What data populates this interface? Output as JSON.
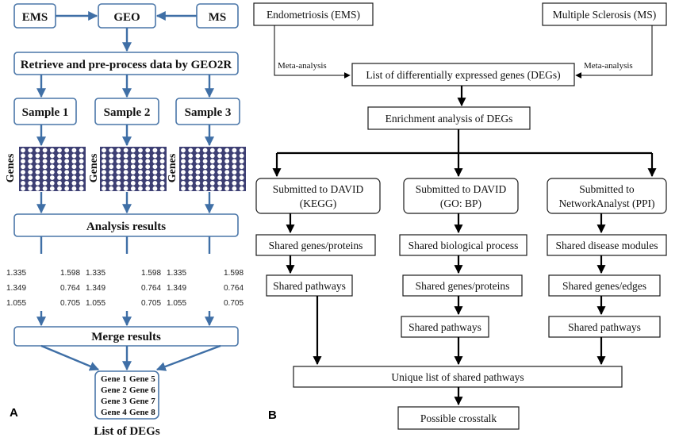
{
  "panel_a": {
    "label": "A",
    "sources": [
      "EMS",
      "GEO",
      "MS"
    ],
    "retrieve": "Retrieve and pre-process data by GEO2R",
    "samples": [
      "Sample 1",
      "Sample 2",
      "Sample 3"
    ],
    "genes_label": "Genes",
    "analysis": "Analysis results",
    "values": [
      [
        "1.335",
        "1.598",
        "1.335",
        "1.598",
        "1.335",
        "1.598"
      ],
      [
        "1.349",
        "0.764",
        "1.349",
        "0.764",
        "1.349",
        "0.764"
      ],
      [
        "1.055",
        "0.705",
        "1.055",
        "0.705",
        "1.055",
        "0.705"
      ]
    ],
    "merge": "Merge results",
    "gene_list": [
      [
        "Gene 1",
        "Gene 5"
      ],
      [
        "Gene 2",
        "Gene 6"
      ],
      [
        "Gene 3",
        "Gene 7"
      ],
      [
        "Gene 4",
        "Gene 8"
      ]
    ],
    "list_label": "List of DEGs"
  },
  "panel_b": {
    "label": "B",
    "ems": "Endometriosis (EMS)",
    "ms": "Multiple Sclerosis (MS)",
    "meta_left": "Meta-analysis",
    "meta_right": "Meta-analysis",
    "degs": "List of differentially expressed genes (DEGs)",
    "enrichment": "Enrichment analysis of DEGs",
    "col1": [
      "Submitted to DAVID",
      "(KEGG)"
    ],
    "col2": [
      "Submitted to DAVID",
      "(GO: BP)"
    ],
    "col3": [
      "Submitted to",
      "NetworkAnalyst (PPI)"
    ],
    "c1_shared_genes": "Shared genes/proteins",
    "c1_shared_pathways": "Shared pathways",
    "c2_bio": "Shared biological process",
    "c2_genes": "Shared genes/proteins",
    "c2_pathways": "Shared pathways",
    "c3_modules": "Shared disease modules",
    "c3_edges": "Shared genes/edges",
    "c3_pathways": "Shared pathways",
    "unique": "Unique list of shared pathways",
    "crosstalk": "Possible crosstalk"
  }
}
